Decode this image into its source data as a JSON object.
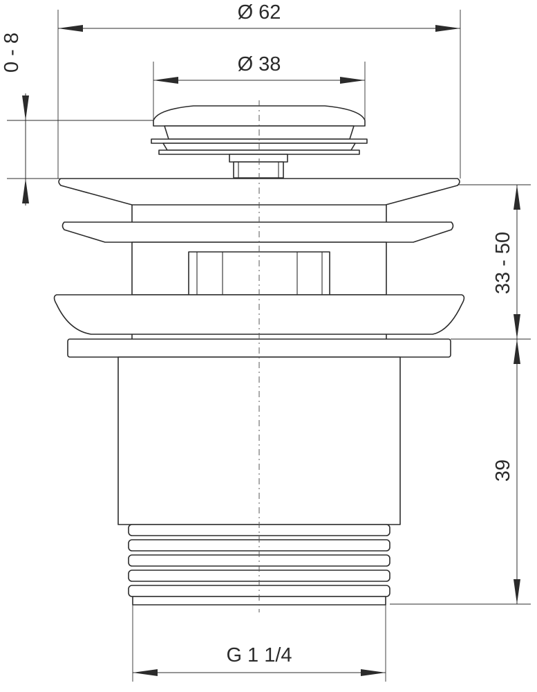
{
  "dimensions": {
    "outer_diameter": "Ø 62",
    "cap_diameter": "Ø 38",
    "cap_lift": "0 - 8",
    "clamp_range": "33 - 50",
    "body_length": "39",
    "thread": "G 1 1/4"
  },
  "colors": {
    "line": "#2b2b2b",
    "background": "#ffffff"
  }
}
